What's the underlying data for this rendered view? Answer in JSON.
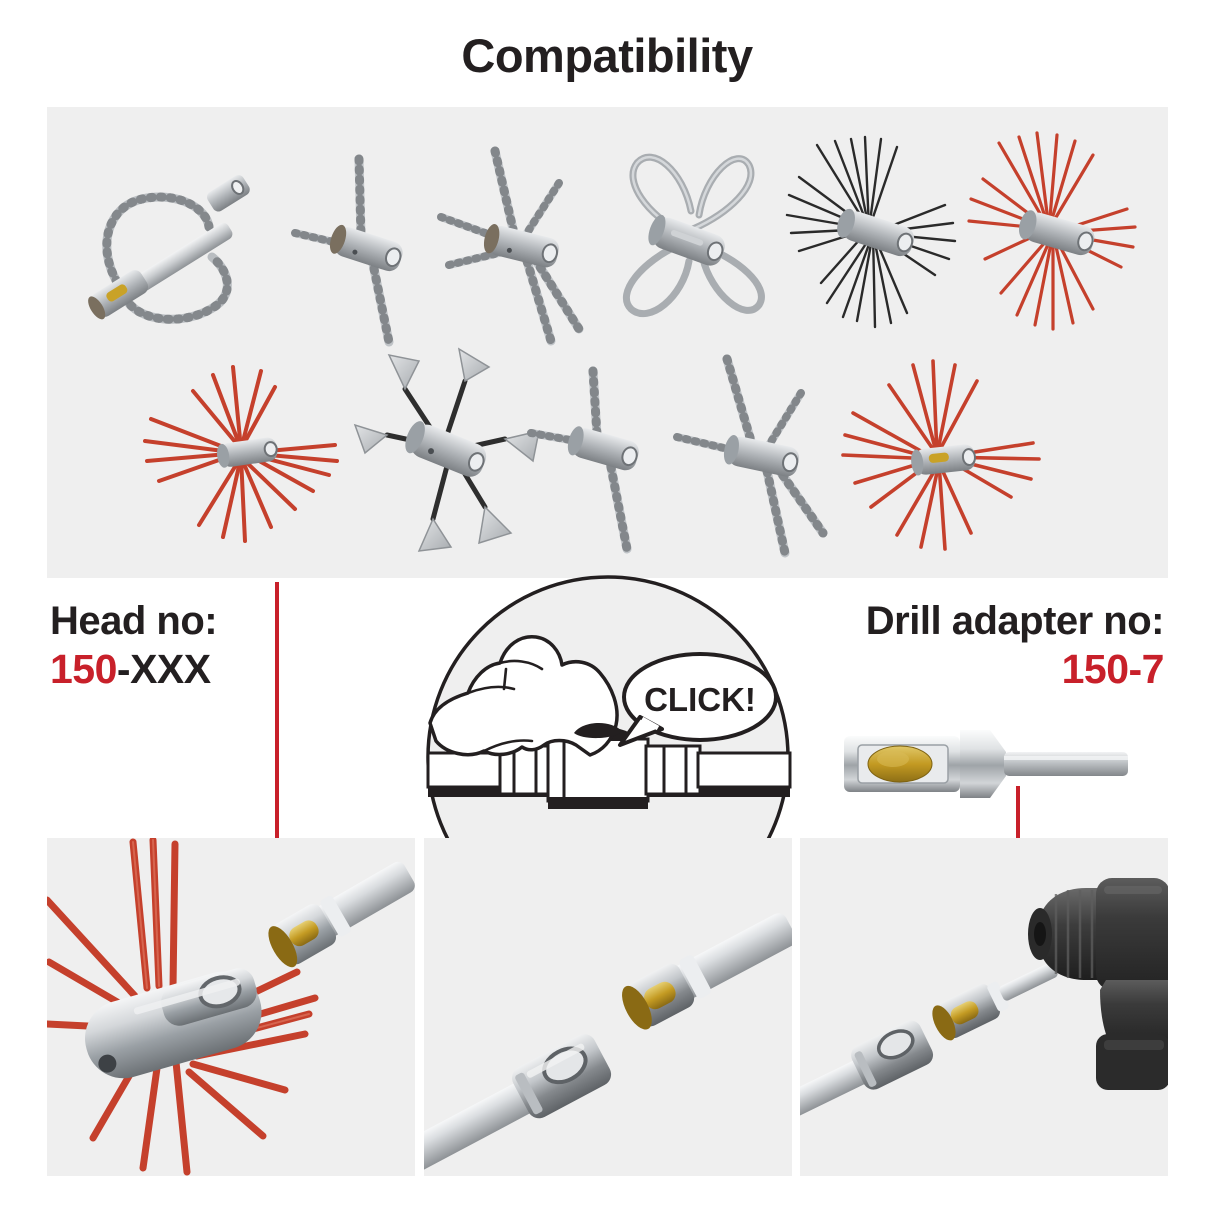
{
  "title": "Compatibility",
  "colors": {
    "accent_red": "#c8202a",
    "text_dark": "#231f20",
    "panel_bg": "#efefef",
    "page_bg": "#ffffff",
    "metal_light": "#d8dadc",
    "metal_mid": "#a6aaae",
    "metal_dark": "#6e7276",
    "brass": "#c9a227",
    "brush_red": "#c5402c",
    "brush_black": "#2a2a2a",
    "drill_body": "#3a3a3a"
  },
  "head_label": {
    "line1": "Head no:",
    "number": "150",
    "suffix": "-XXX"
  },
  "drill_label": {
    "line1": "Drill adapter no:",
    "number": "150-7"
  },
  "click_diagram": {
    "bubble_text": "CLICK!",
    "description": "hand-pressing-quick-connect-button"
  },
  "compatibility_grid": {
    "row1": [
      {
        "name": "chain-loop-flail-with-rod",
        "type": "chain",
        "accent": "metal"
      },
      {
        "name": "single-chain-flail",
        "type": "chain",
        "accent": "metal"
      },
      {
        "name": "double-chain-flail",
        "type": "chain",
        "accent": "metal"
      },
      {
        "name": "wire-loop-whip",
        "type": "wire-loop",
        "accent": "metal"
      },
      {
        "name": "black-bristle-brush-head",
        "type": "brush",
        "accent": "black"
      },
      {
        "name": "red-poly-brush-head",
        "type": "brush",
        "accent": "red"
      }
    ],
    "row2": [
      {
        "name": "red-flat-whip-head",
        "type": "whip",
        "accent": "red"
      },
      {
        "name": "mesh-paddle-flail-head",
        "type": "paddle",
        "accent": "metal"
      },
      {
        "name": "short-chain-flail",
        "type": "chain",
        "accent": "metal"
      },
      {
        "name": "twin-chain-flail",
        "type": "chain",
        "accent": "metal"
      },
      {
        "name": "red-rope-whip-head",
        "type": "whip",
        "accent": "red"
      }
    ]
  },
  "photos": {
    "left": {
      "name": "red-whip-head-and-rod-connection",
      "caption": ""
    },
    "middle": {
      "name": "rod-to-rod-quick-connect",
      "caption": ""
    },
    "right": {
      "name": "rod-adapter-and-cordless-drill",
      "caption": ""
    }
  }
}
